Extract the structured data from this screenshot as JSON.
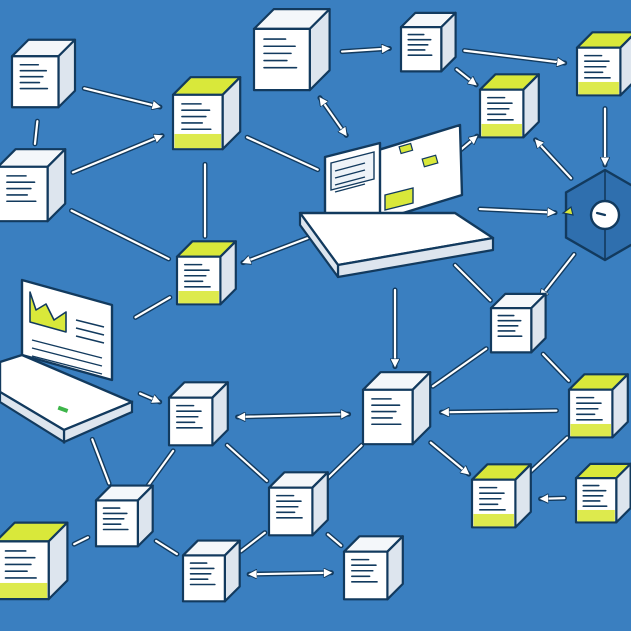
{
  "diagram": {
    "background": "#3a7fc0",
    "stroke": "#123a5e",
    "face": "#ffffff",
    "side": "#dde5ee",
    "accent": "#d9e83a",
    "nodes": [
      {
        "id": "cube-top-left",
        "kind": "cube",
        "accent": false
      },
      {
        "id": "cube-upper-left-center",
        "kind": "cube",
        "accent": true
      },
      {
        "id": "cube-left-middle",
        "kind": "cube",
        "accent": false
      },
      {
        "id": "cube-top-center",
        "kind": "cube",
        "accent": false
      },
      {
        "id": "cube-top-center-right",
        "kind": "cube",
        "accent": false
      },
      {
        "id": "cube-top-right",
        "kind": "cube",
        "accent": true
      },
      {
        "id": "cube-right-accent",
        "kind": "cube",
        "accent": true
      },
      {
        "id": "hexagon-gauge",
        "kind": "hexagon",
        "accent": false
      },
      {
        "id": "laptop-center",
        "kind": "laptop",
        "accent": true
      },
      {
        "id": "cube-center-accent",
        "kind": "cube",
        "accent": true
      },
      {
        "id": "laptop-left-chart",
        "kind": "laptop",
        "accent": true
      },
      {
        "id": "cube-right-middle",
        "kind": "cube",
        "accent": false
      },
      {
        "id": "cube-center-middle",
        "kind": "cube",
        "accent": false
      },
      {
        "id": "cube-left-lower",
        "kind": "cube",
        "accent": false
      },
      {
        "id": "cube-far-right-lower",
        "kind": "cube",
        "accent": true
      },
      {
        "id": "cube-lower-center",
        "kind": "cube",
        "accent": false
      },
      {
        "id": "cube-lower-right-accent",
        "kind": "cube",
        "accent": true
      },
      {
        "id": "cube-far-right-bottom",
        "kind": "cube",
        "accent": true
      },
      {
        "id": "cube-bottom-left",
        "kind": "cube",
        "accent": true
      },
      {
        "id": "cube-lower-left",
        "kind": "cube",
        "accent": false
      },
      {
        "id": "cube-bottom-center-left",
        "kind": "cube",
        "accent": false
      },
      {
        "id": "cube-bottom-center-right",
        "kind": "cube",
        "accent": false
      }
    ],
    "edges": [
      {
        "from": "cube-top-left",
        "to": "cube-upper-left-center",
        "arrow": "end"
      },
      {
        "from": "cube-top-left",
        "to": "cube-left-middle",
        "arrow": "none"
      },
      {
        "from": "cube-left-middle",
        "to": "cube-upper-left-center",
        "arrow": "end"
      },
      {
        "from": "cube-upper-left-center",
        "to": "cube-center-accent",
        "arrow": "none"
      },
      {
        "from": "cube-upper-left-center",
        "to": "laptop-center",
        "arrow": "none"
      },
      {
        "from": "cube-top-center",
        "to": "cube-top-center-right",
        "arrow": "end"
      },
      {
        "from": "cube-top-center",
        "to": "laptop-center",
        "arrow": "both"
      },
      {
        "from": "cube-top-center-right",
        "to": "cube-right-accent",
        "arrow": "end"
      },
      {
        "from": "cube-top-center-right",
        "to": "cube-top-right",
        "arrow": "end"
      },
      {
        "from": "cube-top-right",
        "to": "hexagon-gauge",
        "arrow": "end"
      },
      {
        "from": "laptop-center",
        "to": "cube-right-accent",
        "arrow": "end"
      },
      {
        "from": "hexagon-gauge",
        "to": "cube-right-accent",
        "arrow": "end"
      },
      {
        "from": "laptop-center",
        "to": "hexagon-gauge",
        "arrow": "end"
      },
      {
        "from": "hexagon-gauge",
        "to": "cube-right-middle",
        "arrow": "end"
      },
      {
        "from": "laptop-center",
        "to": "cube-center-accent",
        "arrow": "end"
      },
      {
        "from": "laptop-center",
        "to": "cube-center-middle",
        "arrow": "end"
      },
      {
        "from": "laptop-center",
        "to": "cube-right-middle",
        "arrow": "none"
      },
      {
        "from": "cube-left-middle",
        "to": "cube-center-accent",
        "arrow": "none"
      },
      {
        "from": "cube-center-accent",
        "to": "laptop-left-chart",
        "arrow": "none"
      },
      {
        "from": "laptop-left-chart",
        "to": "cube-left-lower",
        "arrow": "end"
      },
      {
        "from": "cube-left-lower",
        "to": "cube-center-middle",
        "arrow": "both"
      },
      {
        "from": "cube-right-middle",
        "to": "cube-center-middle",
        "arrow": "none"
      },
      {
        "from": "cube-right-middle",
        "to": "cube-far-right-lower",
        "arrow": "none"
      },
      {
        "from": "cube-far-right-lower",
        "to": "cube-center-middle",
        "arrow": "end"
      },
      {
        "from": "cube-center-middle",
        "to": "cube-lower-center",
        "arrow": "none"
      },
      {
        "from": "cube-center-middle",
        "to": "cube-lower-right-accent",
        "arrow": "end"
      },
      {
        "from": "cube-lower-right-accent",
        "to": "cube-far-right-lower",
        "arrow": "none"
      },
      {
        "from": "cube-far-right-bottom",
        "to": "cube-lower-right-accent",
        "arrow": "end"
      },
      {
        "from": "cube-left-lower",
        "to": "cube-lower-left",
        "arrow": "none"
      },
      {
        "from": "cube-left-lower",
        "to": "cube-lower-center",
        "arrow": "none"
      },
      {
        "from": "cube-lower-left",
        "to": "cube-bottom-left",
        "arrow": "none"
      },
      {
        "from": "cube-lower-left",
        "to": "cube-bottom-center-left",
        "arrow": "none"
      },
      {
        "from": "cube-lower-center",
        "to": "cube-bottom-center-left",
        "arrow": "none"
      },
      {
        "from": "cube-lower-center",
        "to": "cube-bottom-center-right",
        "arrow": "none"
      },
      {
        "from": "cube-bottom-center-left",
        "to": "cube-bottom-center-right",
        "arrow": "both"
      },
      {
        "from": "laptop-left-chart",
        "to": "cube-lower-left",
        "arrow": "none"
      }
    ]
  }
}
